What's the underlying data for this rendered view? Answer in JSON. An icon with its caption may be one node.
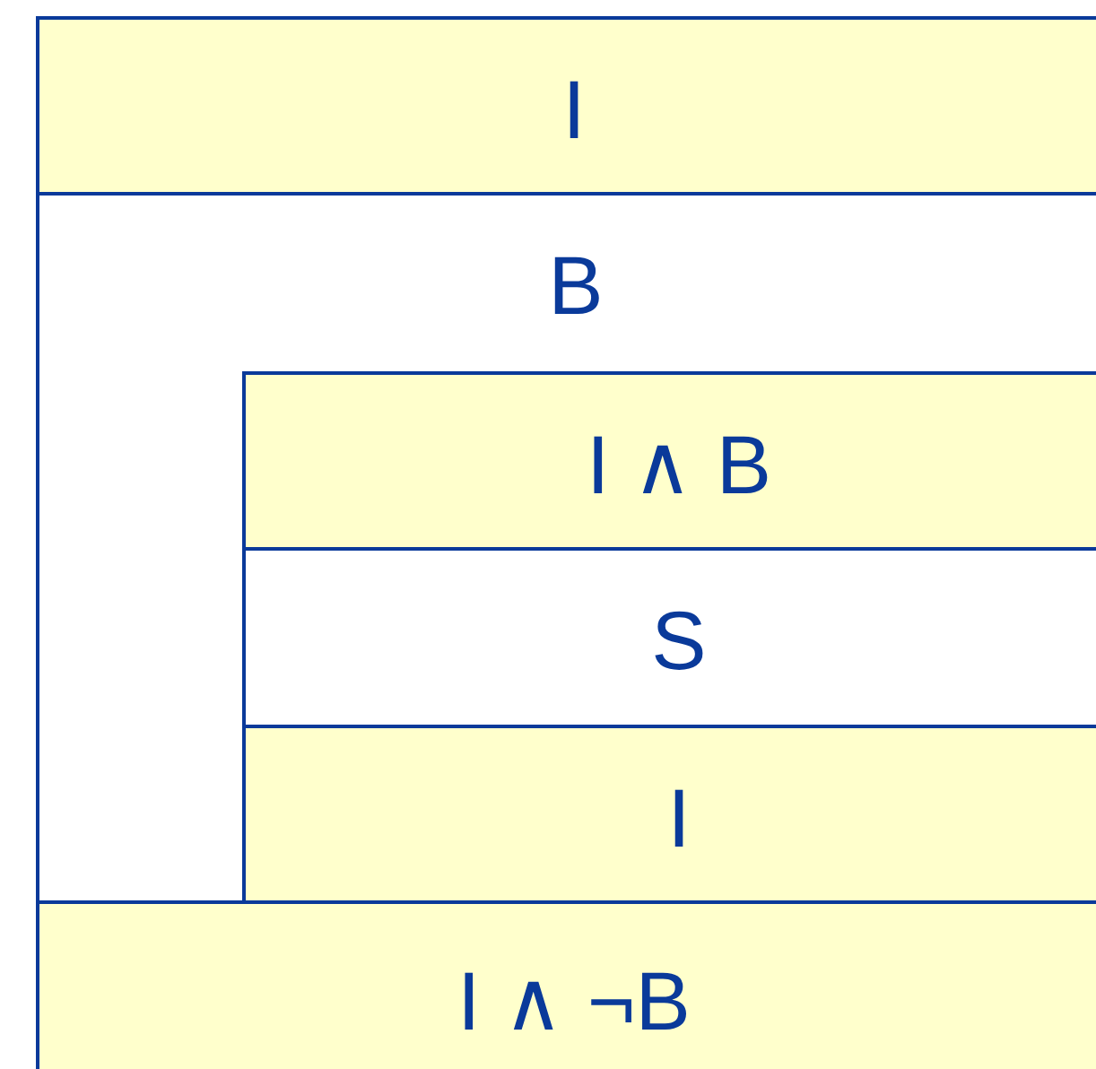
{
  "diagram": {
    "nodes": [
      {
        "text": [
          "I"
        ]
      },
      {
        "text": [
          "B"
        ]
      },
      {
        "text": [
          "I ∧ B"
        ],
        "in": 1
      },
      {
        "text": [
          "S"
        ],
        "in": 1
      },
      {
        "text": [
          "I"
        ],
        "in": 1
      },
      {
        "text": [
          "I ∧ ¬B"
        ]
      }
    ]
  }
}
